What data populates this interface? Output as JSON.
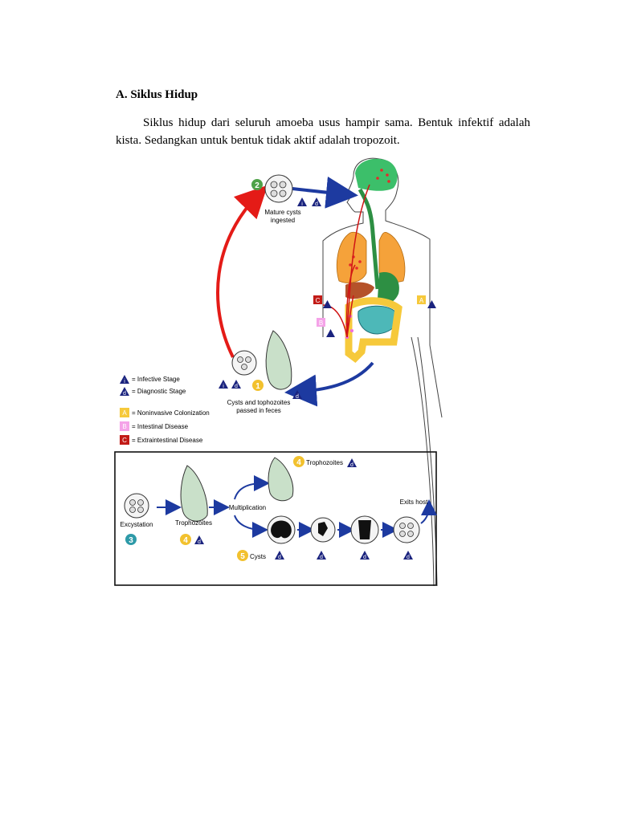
{
  "section": {
    "heading": "A. Siklus Hidup",
    "paragraph": "Siklus hidup dari seluruh amoeba usus hampir sama. Bentuk infektif adalah kista. Sedangkan untuk bentuk tidak aktif adalah tropozoit."
  },
  "diagram": {
    "stage_numbers": {
      "s1": "1",
      "s2": "2",
      "s3": "3",
      "s4": "4",
      "s4b": "4",
      "s5": "5"
    },
    "labels": {
      "mature_cysts_line1": "Mature cysts",
      "mature_cysts_line2": "ingested",
      "cysts_feces_line1": "Cysts and tophozoites",
      "cysts_feces_line2": "passed in feces",
      "trophozoites": "Trophozoites",
      "exits_host": "Exits host",
      "excystation": "Excystation",
      "trophozoites_lower": "Trophozoites",
      "multiplication": "Multiplication",
      "cysts": "Cysts"
    },
    "markers": {
      "i": "i",
      "d": "d",
      "A": "A",
      "B": "B",
      "C": "C"
    },
    "legend": {
      "infective": "= Infective Stage",
      "diagnostic": "= Diagnostic Stage",
      "noninvasive": "= Noninvasive Colonization",
      "intestinal": "= Intestinal Disease",
      "extraintestinal": "= Extraintestinal Disease"
    },
    "colors": {
      "stage_1": "#f2c12e",
      "stage_2": "#4ea248",
      "stage_3": "#2e9aa8",
      "stage_4": "#f2c12e",
      "stage_5": "#f2c12e",
      "infective_triangle": "#1a237e",
      "marker_A": "#f6c93b",
      "marker_B": "#f5a3e8",
      "marker_C": "#c21b17",
      "red_arrow": "#e41b17",
      "blue_arrow": "#1d3aa0"
    }
  }
}
